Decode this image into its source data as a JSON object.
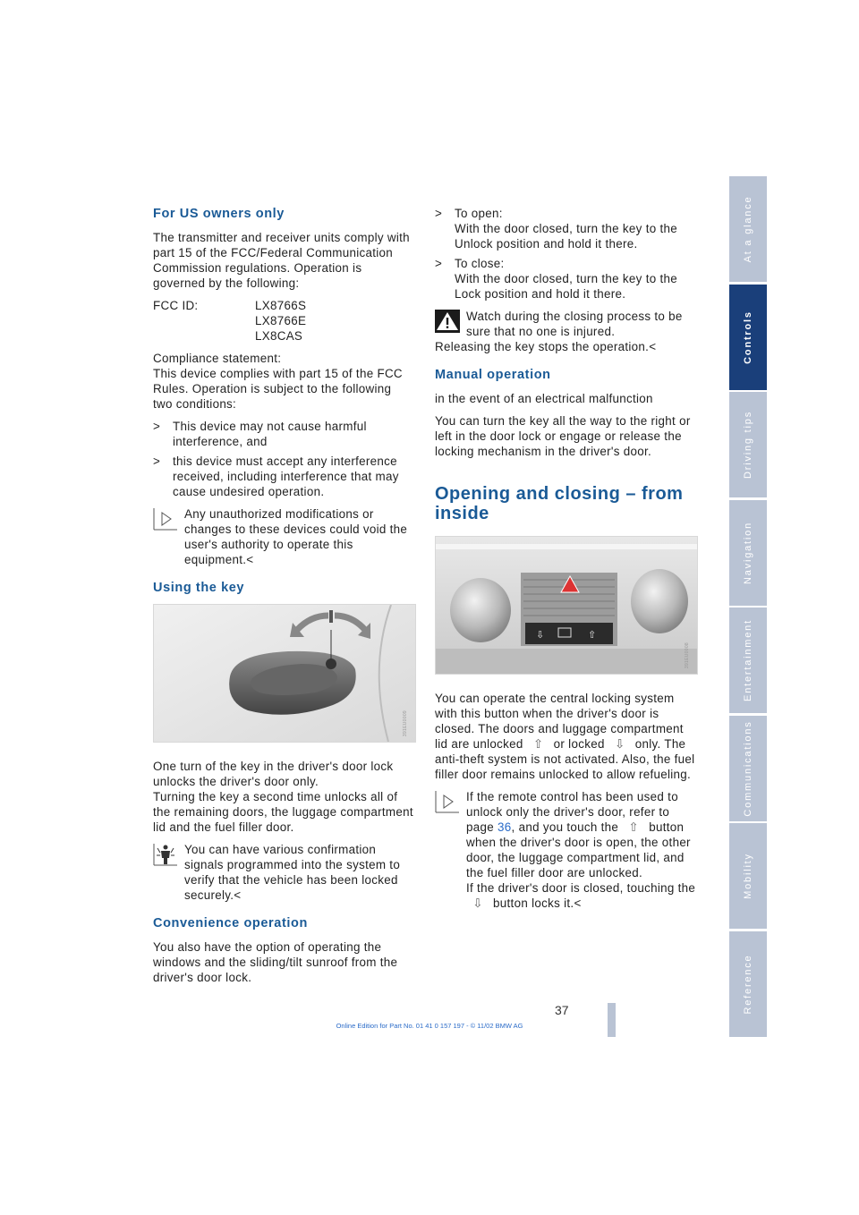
{
  "left": {
    "us_heading": "For US owners only",
    "us_para": "The transmitter and receiver units comply with part 15 of the FCC/Federal Communication Commission regulations. Operation is governed by the following:",
    "fcc_label": "FCC ID:",
    "fcc_ids": [
      "LX8766S",
      "LX8766E",
      "LX8CAS"
    ],
    "compliance_title": "Compliance statement:",
    "compliance_text": "This device complies with part 15 of the FCC Rules. Operation is subject to the following two conditions:",
    "bullets": [
      "This device may not cause harmful interference, and",
      "this device must accept any interference received, including interference that may cause undesired operation."
    ],
    "note1": "Any unauthorized modifications or changes to these devices could void the user's authority to operate this equipment.",
    "key_heading": "Using the key",
    "key_para1": "One turn of the key in the driver's door lock unlocks the driver's door only.",
    "key_para2": "Turning the key a second time unlocks all of the remaining doors, the luggage compartment lid and the fuel filler door.",
    "note2": "You can have various confirmation signals programmed into the system to verify that the vehicle has been locked securely.",
    "conv_heading": "Convenience operation",
    "conv_para": "You also have the option of operating the windows and the sliding/tilt sunroof from the driver's door lock."
  },
  "right": {
    "open_label": "To open:",
    "open_text": "With the door closed, turn the key to the Unlock position and hold it there.",
    "close_label": "To close:",
    "close_text": "With the door closed, turn the key to the Lock position and hold it there.",
    "warn": "Watch during the closing process to be sure that no one is injured.",
    "warn_tail": "Releasing the key stops the operation.",
    "manual_heading": "Manual operation",
    "manual_p1": "in the event of an electrical malfunction",
    "manual_p2": "You can turn the key all the way to the right or left in the door lock or engage or release the locking mechanism in the driver's door.",
    "inside_heading": "Opening and closing – from inside",
    "central_p1": "You can operate the central locking system with this button when the driver's door is closed. The doors and luggage compartment lid are unlocked",
    "central_or": "or locked",
    "central_p2": "only. The anti-theft system is not activated. Also, the fuel filler door remains unlocked to allow refueling.",
    "note3_a": "If the remote control has been used to unlock only the driver's door, refer to page",
    "note3_page": "36",
    "note3_b": ", and you touch the",
    "note3_c": "button when the driver's door is open, the other door, the luggage compartment lid, and the fuel filler door are unlocked.",
    "note3_d": "If the driver's door is closed, touching the",
    "note3_e": "button locks it."
  },
  "end_mark": "<",
  "bullet_mark": ">",
  "tabs": [
    "At a glance",
    "Controls",
    "Driving tips",
    "Navigation",
    "Entertainment",
    "Communications",
    "Mobility",
    "Reference"
  ],
  "active_tab": "Controls",
  "page_number": "37",
  "footer": "Online Edition for Part No. 01 41 0 157 197 - © 11/02 BMW AG"
}
